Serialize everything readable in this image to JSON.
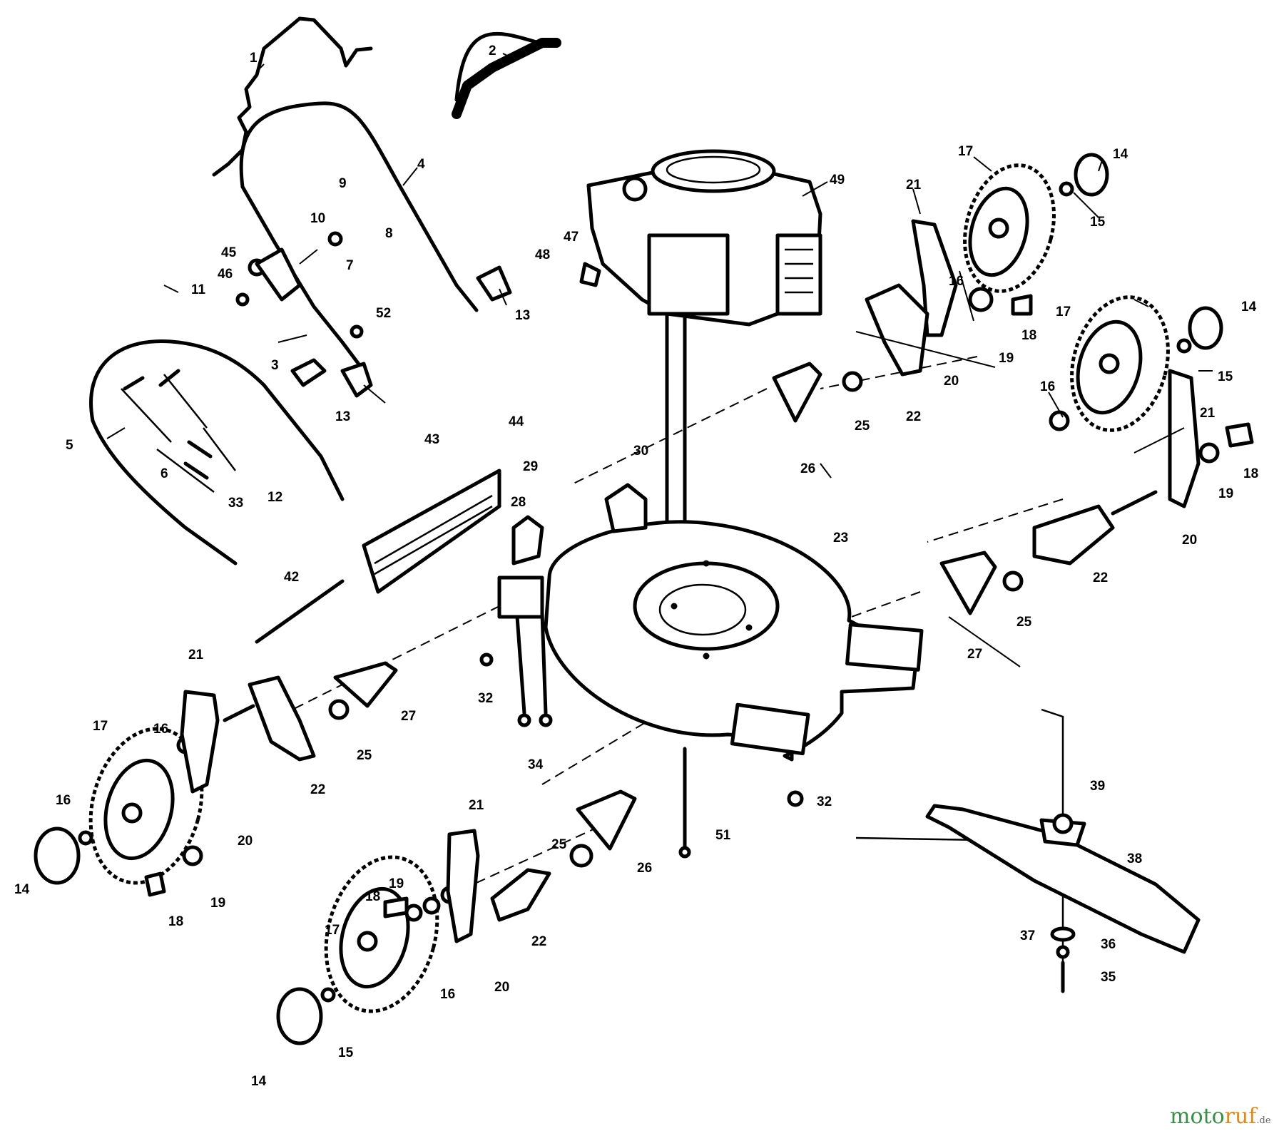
{
  "diagram": {
    "callouts": [
      {
        "id": "c1",
        "text": "1"
      },
      {
        "id": "c2",
        "text": "2"
      },
      {
        "id": "c3",
        "text": "3"
      },
      {
        "id": "c4",
        "text": "4"
      },
      {
        "id": "c5",
        "text": "5"
      },
      {
        "id": "c6",
        "text": "6"
      },
      {
        "id": "c7",
        "text": "7"
      },
      {
        "id": "c8",
        "text": "8"
      },
      {
        "id": "c9",
        "text": "9"
      },
      {
        "id": "c10",
        "text": "10"
      },
      {
        "id": "c11",
        "text": "11"
      },
      {
        "id": "c12",
        "text": "12"
      },
      {
        "id": "c13a",
        "text": "13"
      },
      {
        "id": "c13b",
        "text": "13"
      },
      {
        "id": "c14a",
        "text": "14"
      },
      {
        "id": "c14b",
        "text": "14"
      },
      {
        "id": "c14c",
        "text": "14"
      },
      {
        "id": "c14d",
        "text": "14"
      },
      {
        "id": "c15a",
        "text": "15"
      },
      {
        "id": "c15b",
        "text": "15"
      },
      {
        "id": "c15c",
        "text": "15"
      },
      {
        "id": "c16a",
        "text": "16"
      },
      {
        "id": "c16b",
        "text": "16"
      },
      {
        "id": "c16c",
        "text": "16"
      },
      {
        "id": "c16d",
        "text": "16"
      },
      {
        "id": "c16e",
        "text": "16"
      },
      {
        "id": "c17a",
        "text": "17"
      },
      {
        "id": "c17b",
        "text": "17"
      },
      {
        "id": "c17c",
        "text": "17"
      },
      {
        "id": "c17d",
        "text": "17"
      },
      {
        "id": "c18a",
        "text": "18"
      },
      {
        "id": "c18b",
        "text": "18"
      },
      {
        "id": "c18c",
        "text": "18"
      },
      {
        "id": "c18d",
        "text": "18"
      },
      {
        "id": "c19a",
        "text": "19"
      },
      {
        "id": "c19b",
        "text": "19"
      },
      {
        "id": "c19c",
        "text": "19"
      },
      {
        "id": "c19d",
        "text": "19"
      },
      {
        "id": "c20a",
        "text": "20"
      },
      {
        "id": "c20b",
        "text": "20"
      },
      {
        "id": "c20c",
        "text": "20"
      },
      {
        "id": "c20d",
        "text": "20"
      },
      {
        "id": "c21a",
        "text": "21"
      },
      {
        "id": "c21b",
        "text": "21"
      },
      {
        "id": "c21c",
        "text": "21"
      },
      {
        "id": "c21d",
        "text": "21"
      },
      {
        "id": "c22a",
        "text": "22"
      },
      {
        "id": "c22b",
        "text": "22"
      },
      {
        "id": "c22c",
        "text": "22"
      },
      {
        "id": "c22d",
        "text": "22"
      },
      {
        "id": "c23",
        "text": "23"
      },
      {
        "id": "c25a",
        "text": "25"
      },
      {
        "id": "c25b",
        "text": "25"
      },
      {
        "id": "c25c",
        "text": "25"
      },
      {
        "id": "c25d",
        "text": "25"
      },
      {
        "id": "c26a",
        "text": "26"
      },
      {
        "id": "c26b",
        "text": "26"
      },
      {
        "id": "c27a",
        "text": "27"
      },
      {
        "id": "c27b",
        "text": "27"
      },
      {
        "id": "c28",
        "text": "28"
      },
      {
        "id": "c29",
        "text": "29"
      },
      {
        "id": "c30",
        "text": "30"
      },
      {
        "id": "c32a",
        "text": "32"
      },
      {
        "id": "c32b",
        "text": "32"
      },
      {
        "id": "c33",
        "text": "33"
      },
      {
        "id": "c34",
        "text": "34"
      },
      {
        "id": "c35",
        "text": "35"
      },
      {
        "id": "c36",
        "text": "36"
      },
      {
        "id": "c37",
        "text": "37"
      },
      {
        "id": "c38",
        "text": "38"
      },
      {
        "id": "c39",
        "text": "39"
      },
      {
        "id": "c42",
        "text": "42"
      },
      {
        "id": "c43",
        "text": "43"
      },
      {
        "id": "c44",
        "text": "44"
      },
      {
        "id": "c45",
        "text": "45"
      },
      {
        "id": "c46",
        "text": "46"
      },
      {
        "id": "c47",
        "text": "47"
      },
      {
        "id": "c48",
        "text": "48"
      },
      {
        "id": "c49",
        "text": "49"
      },
      {
        "id": "c51",
        "text": "51"
      },
      {
        "id": "c52",
        "text": "52"
      }
    ]
  },
  "watermark": {
    "part1": "moto",
    "part2": "ruf",
    "suffix": ".de"
  }
}
